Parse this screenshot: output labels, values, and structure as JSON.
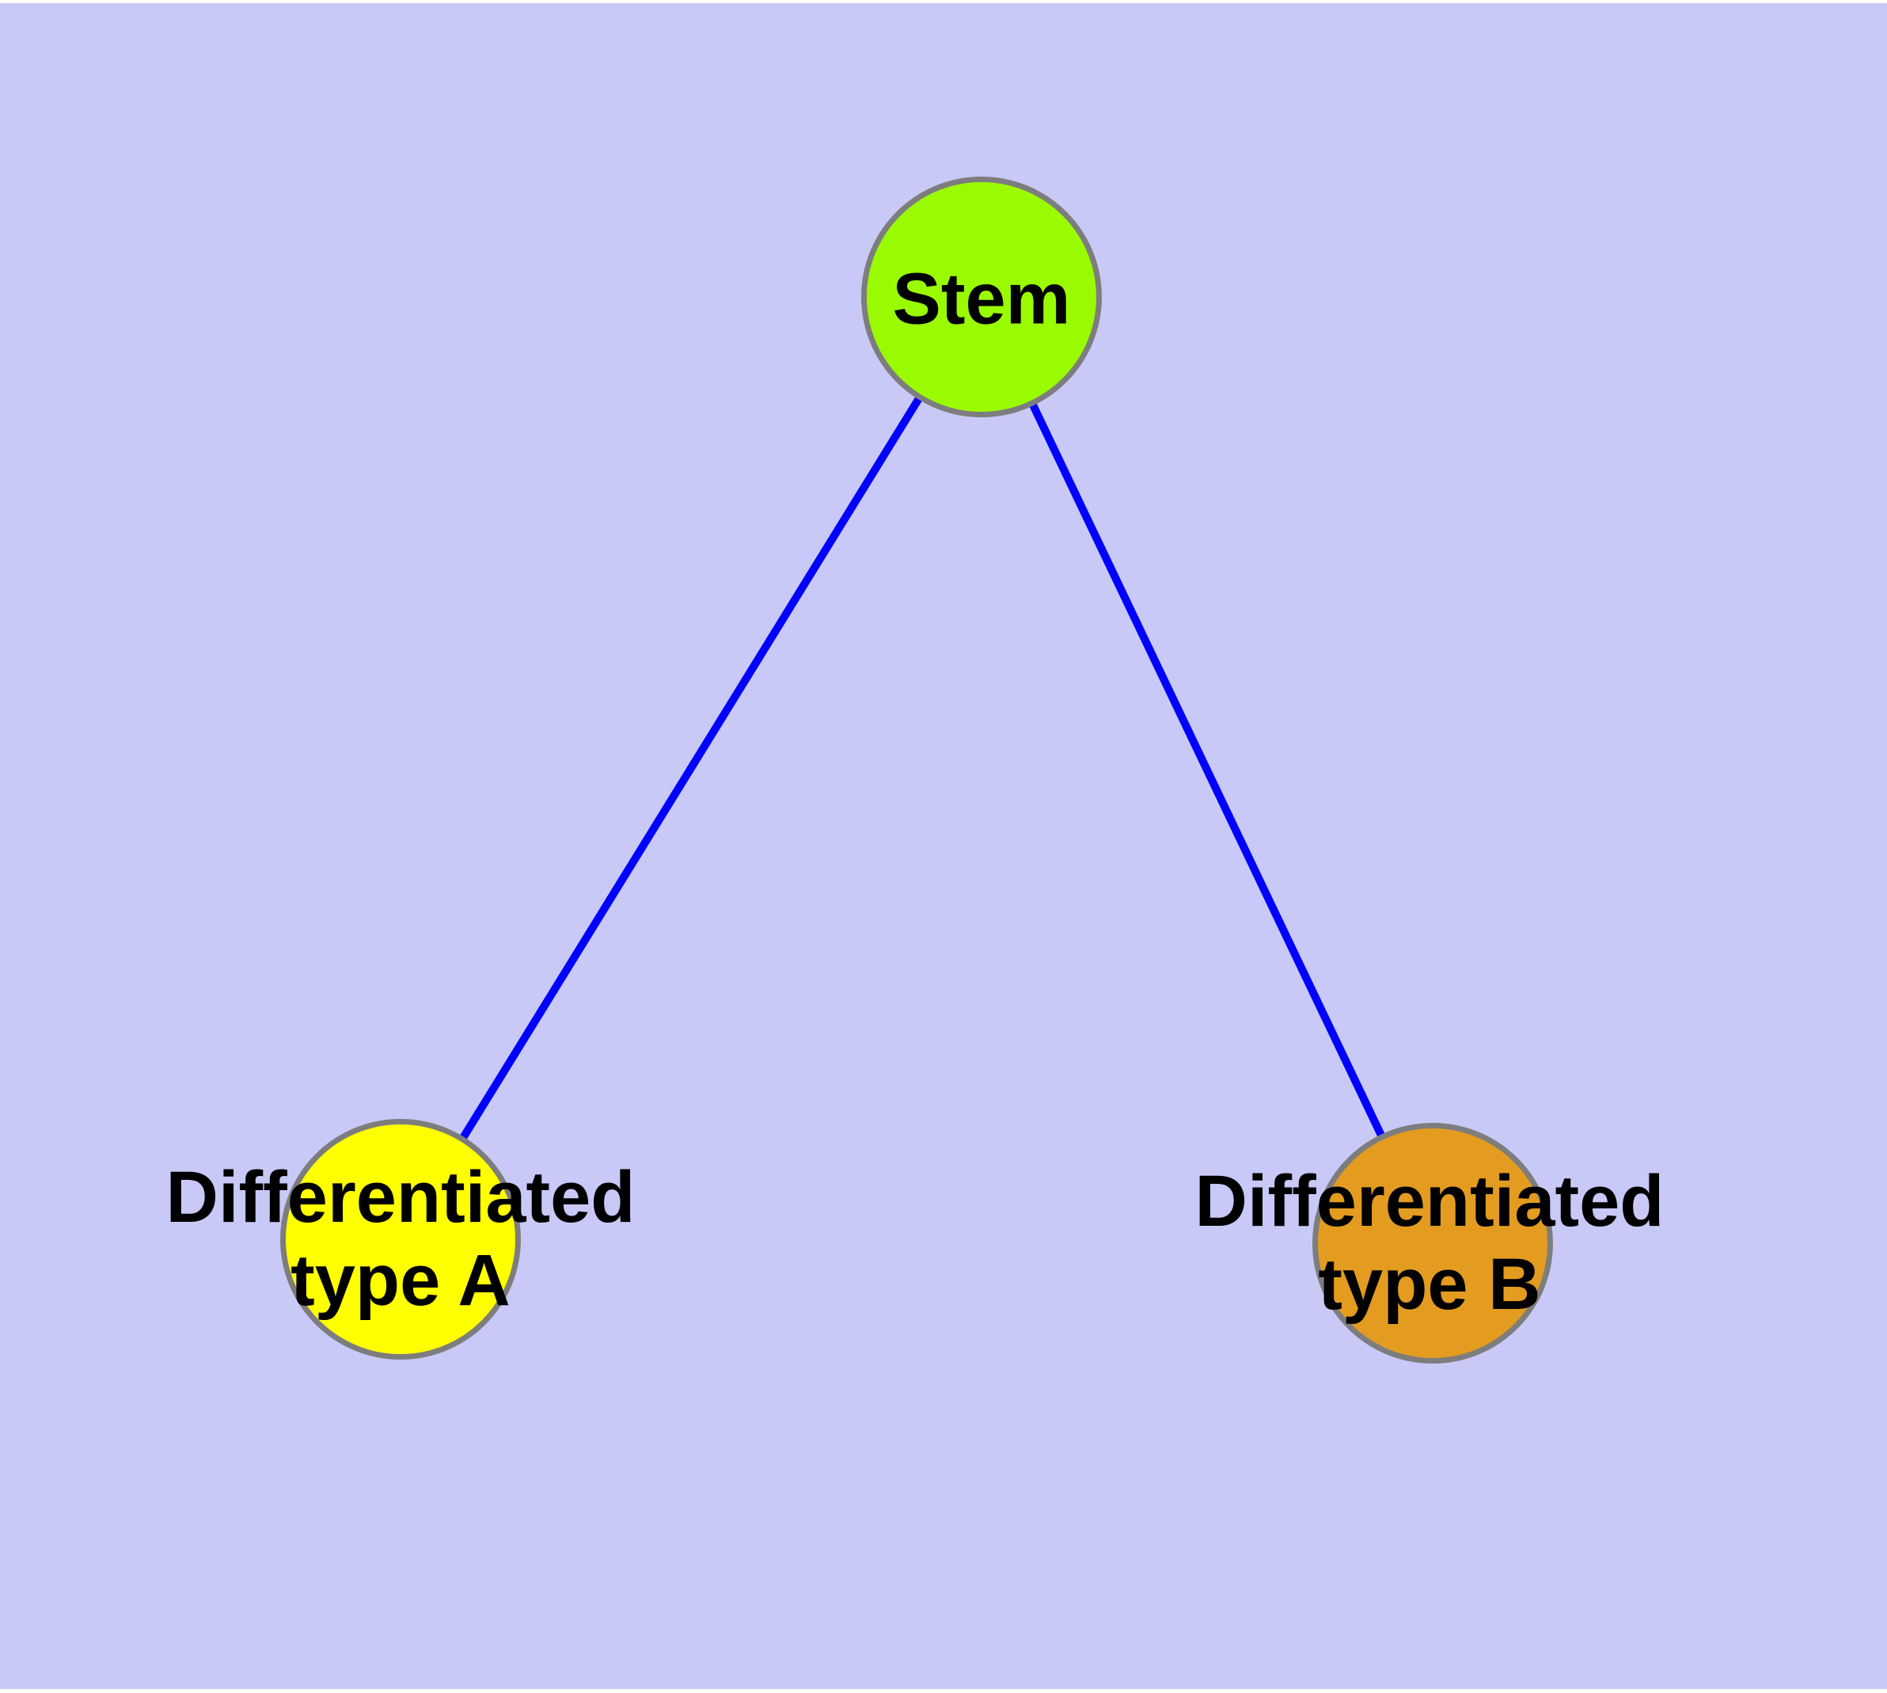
{
  "diagram": {
    "type": "node-link-graph",
    "page_margin_color": "#ffffff",
    "background_color": "#c9c9f8",
    "edge_color": "#0000ff",
    "node_border_color": "#7d7d7d",
    "label_color": "#000000",
    "nodes": [
      {
        "id": "stem",
        "label": "Stem",
        "label_lines": [
          "Stem"
        ],
        "fill": "#9afb00"
      },
      {
        "id": "differentiated-type-a",
        "label": "Differentiated type A",
        "label_lines": [
          "Differentiated",
          "type A"
        ],
        "fill": "#ffff00"
      },
      {
        "id": "differentiated-type-b",
        "label": "Differentiated type B",
        "label_lines": [
          "Differentiated",
          "type B"
        ],
        "fill": "#e39c20"
      }
    ],
    "edges": [
      {
        "from": "Stem",
        "to": "Differentiated type A"
      },
      {
        "from": "Stem",
        "to": "Differentiated type B"
      }
    ]
  }
}
